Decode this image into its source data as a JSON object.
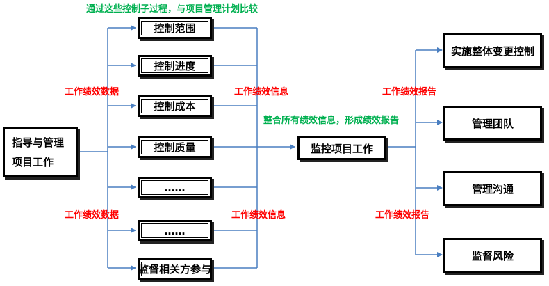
{
  "labels": {
    "top_note": "通过这些控制子过程，与项目管理计划比较",
    "perf_data_upper": "工作绩效数据",
    "perf_info_upper": "工作绩效信息",
    "perf_data_lower": "工作绩效数据",
    "perf_info_lower": "工作绩效信息",
    "integrate_note": "整合所有绩效信息，形成绩效报告",
    "perf_report_upper": "工作绩效报告",
    "perf_report_lower": "工作绩效报告"
  },
  "source": {
    "line1": "指导与管理",
    "line2": "项目工作"
  },
  "controls": [
    "控制范围",
    "控制进度",
    "控制成本",
    "控制质量",
    "……",
    "……",
    "监督相关方参与"
  ],
  "monitor": "监控项目工作",
  "outputs": [
    "实施整体变更控制",
    "管理团队",
    "管理沟通",
    "监督风险"
  ],
  "colors": {
    "connector": "#4a7fc1",
    "label_red": "#ff0000",
    "label_green": "#00b050"
  }
}
